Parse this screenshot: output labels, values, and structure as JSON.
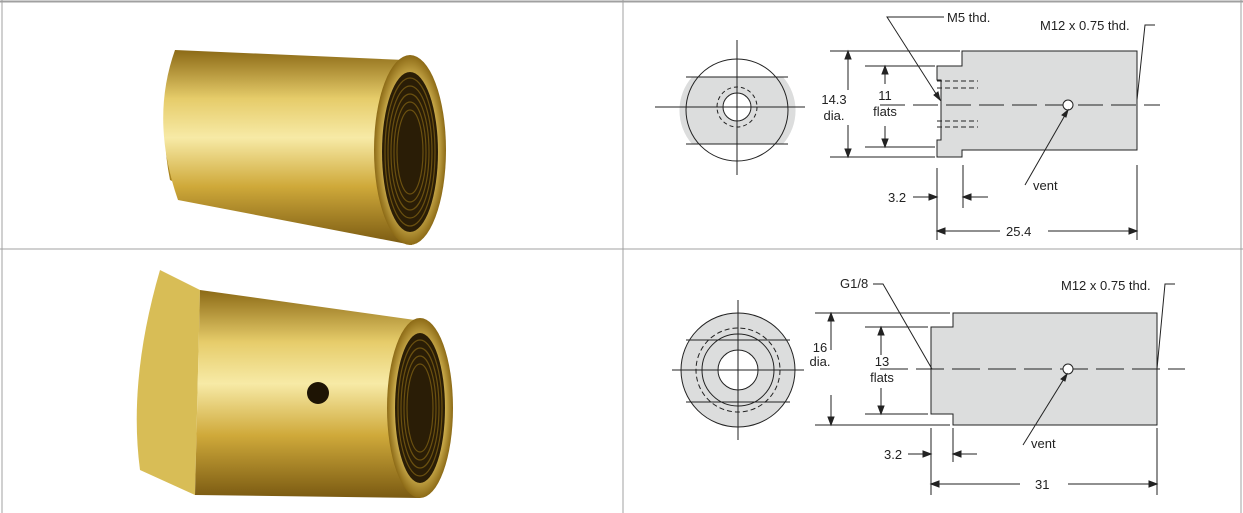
{
  "rows": [
    {
      "photo": "brass threaded fitting with flat end",
      "labels": {
        "port_thread": "M5 thd.",
        "main_thread": "M12 x 0.75 thd.",
        "dia_value": "14.3",
        "dia_unit": "dia.",
        "flats_value": "11",
        "flats_unit": "flats",
        "step": "3.2",
        "vent": "vent",
        "length": "25.4"
      }
    },
    {
      "photo": "brass threaded fitting with side vent hole",
      "labels": {
        "port_thread": "G1/8",
        "main_thread": "M12 x 0.75 thd.",
        "dia_value": "16",
        "dia_unit": "dia.",
        "flats_value": "13",
        "flats_unit": "flats",
        "step": "3.2",
        "vent": "vent",
        "length": "31"
      }
    }
  ],
  "colors": {
    "grid": "#a0a0a0",
    "part_fill": "#dcdddd",
    "line": "#222222",
    "brass_light": "#f2df86",
    "brass_mid": "#cfa93a",
    "brass_dark": "#8c6a16"
  }
}
